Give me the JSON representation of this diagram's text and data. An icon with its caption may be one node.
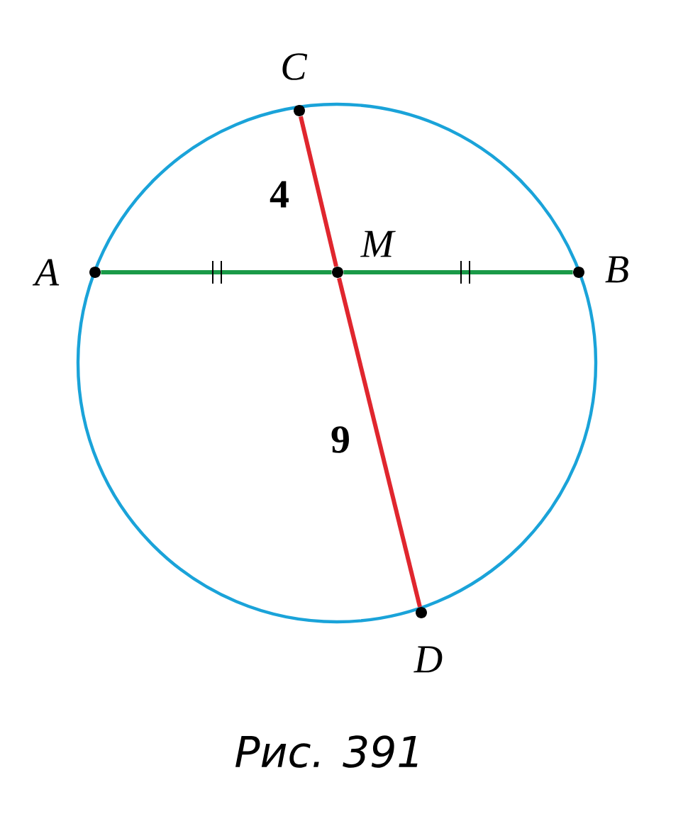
{
  "diagram": {
    "caption": "Рис. 391",
    "nodes": [
      {
        "text": [
          "A"
        ]
      },
      {
        "text": [
          "B"
        ]
      },
      {
        "text": [
          "C"
        ]
      },
      {
        "text": [
          "D"
        ]
      },
      {
        "text": [
          "M"
        ]
      }
    ],
    "edges": [
      {
        "from": 0,
        "to": 4,
        "arrow": "none",
        "color": "#1a9a48"
      },
      {
        "from": 4,
        "to": 1,
        "arrow": "none",
        "color": "#1a9a48"
      },
      {
        "from": 2,
        "to": 4,
        "arrow": "none",
        "color": "#e0262e",
        "label": "4"
      },
      {
        "from": 4,
        "to": 3,
        "arrow": "none",
        "color": "#e0262e",
        "label": "9"
      }
    ]
  }
}
